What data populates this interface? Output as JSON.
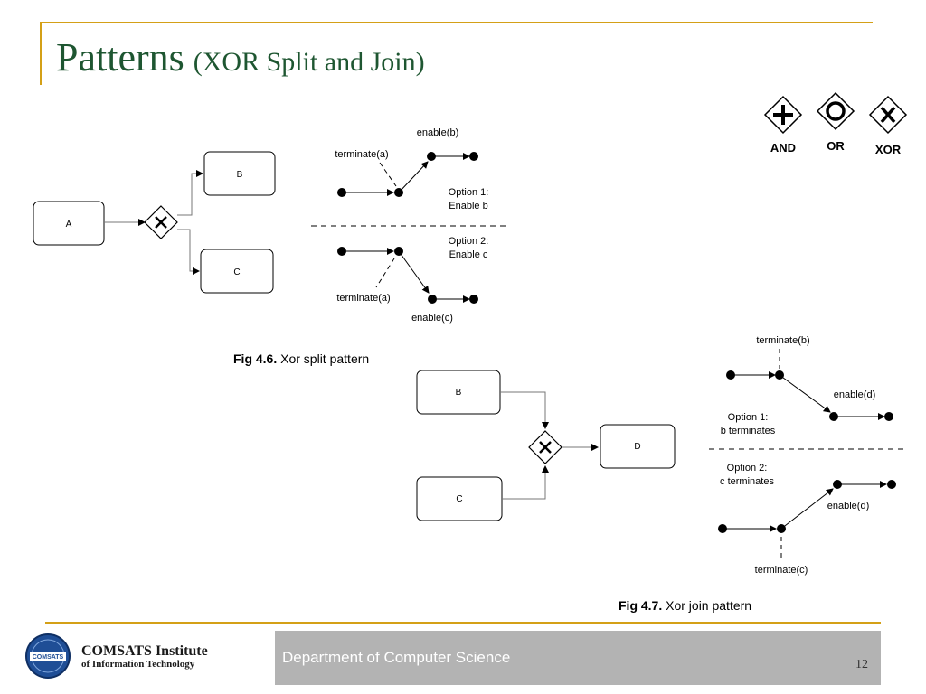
{
  "title": {
    "main": "Patterns",
    "sub": "(XOR Split and Join)"
  },
  "legend": {
    "and": "AND",
    "or": "OR",
    "xor": "XOR"
  },
  "split": {
    "boxes": {
      "a": "A",
      "b": "B",
      "c": "C"
    },
    "enable_b": "enable(b)",
    "terminate_a_top": "terminate(a)",
    "option1_line1": "Option 1:",
    "option1_line2": "Enable b",
    "option2_line1": "Option 2:",
    "option2_line2": "Enable c",
    "terminate_a_bottom": "terminate(a)",
    "enable_c": "enable(c)",
    "caption_bold": "Fig 4.6.",
    "caption_text": "Xor split pattern"
  },
  "join": {
    "boxes": {
      "b": "B",
      "c": "C",
      "d": "D"
    },
    "terminate_b": "terminate(b)",
    "enable_d_top": "enable(d)",
    "option1_line1": "Option 1:",
    "option1_line2": "b terminates",
    "option2_line1": "Option 2:",
    "option2_line2": "c terminates",
    "enable_d_bottom": "enable(d)",
    "terminate_c": "terminate(c)",
    "caption_bold": "Fig 4.7.",
    "caption_text": "Xor join pattern"
  },
  "footer": {
    "logo_badge": "COMSATS",
    "institute_line1": "COMSATS Institute",
    "institute_line2": "of Information Technology",
    "department": "Department of Computer Science",
    "page_number": "12"
  },
  "colors": {
    "title": "#1e5631",
    "accent": "#d4a017",
    "footer_bar": "#b3b3b3"
  }
}
